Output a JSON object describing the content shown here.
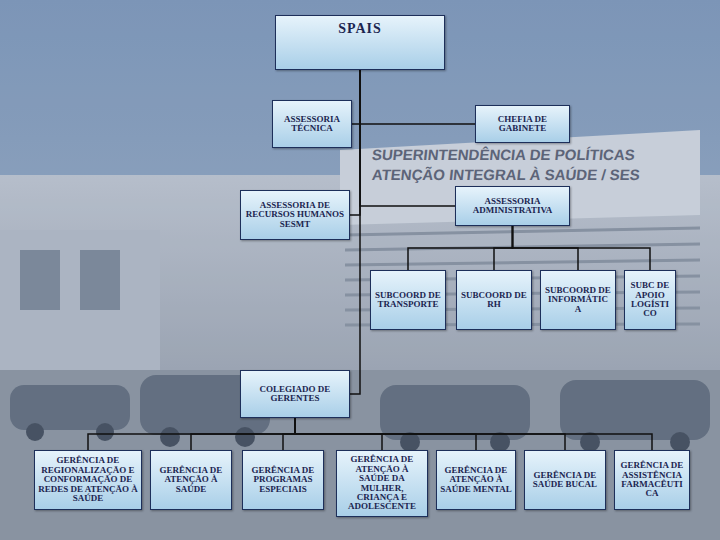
{
  "diagram": {
    "nodes": [
      {
        "text": [
          "SPAIS"
        ]
      },
      {
        "text": [
          "ASSESSORIA TÉCNICA"
        ]
      },
      {
        "text": [
          "CHEFIA DE GABINETE"
        ]
      },
      {
        "text": [
          "ASSESSORIA DE RECURSOS HUMANOS SESMT"
        ]
      },
      {
        "text": [
          "ASSESSORIA ADMINISTRATIVA"
        ]
      },
      {
        "text": [
          "SUBCOORD DE TRANSPORTE"
        ]
      },
      {
        "text": [
          "SUBCOORD DE RH"
        ]
      },
      {
        "text": [
          "SUBCOORD DE INFORMÁTIC A"
        ]
      },
      {
        "text": [
          "SUBC DE APOIO LOGÍSTI CO"
        ]
      },
      {
        "text": [
          "COLEGIADO DE GERENTES"
        ]
      },
      {
        "text": [
          "GERÊNCIA DE REGIONALIZAÇÃO E CONFORMAÇÃO DE REDES DE ATENÇÃO À SAÚDE"
        ]
      },
      {
        "text": [
          "GERÊNCIA DE ATENÇÃO À SAÚDE"
        ]
      },
      {
        "text": [
          "GERÊNCIA DE PROGRAMAS ESPECIAIS"
        ]
      },
      {
        "text": [
          "GERÊNCIA DE ATENÇÃO À SAÚDE DA MULHER, CRIANÇA E ADOLESCENTE"
        ]
      },
      {
        "text": [
          "GERÊNCIA DE ATENÇÃO À SAÚDE MENTAL"
        ]
      },
      {
        "text": [
          "GERÊNCIA DE SAÚDE BUCAL"
        ]
      },
      {
        "text": [
          "GERÊNCIA DE ASSISTÊNCIA FARMACÊUTI CA"
        ]
      }
    ],
    "edges": [
      {
        "from": 0,
        "to": 1,
        "arrow": "none"
      },
      {
        "from": 0,
        "to": 2,
        "arrow": "none"
      },
      {
        "from": 0,
        "to": 3,
        "arrow": "none"
      },
      {
        "from": 0,
        "to": 4,
        "arrow": "none"
      },
      {
        "from": 4,
        "to": 5,
        "arrow": "none"
      },
      {
        "from": 4,
        "to": 6,
        "arrow": "none"
      },
      {
        "from": 4,
        "to": 7,
        "arrow": "none"
      },
      {
        "from": 4,
        "to": 8,
        "arrow": "none"
      },
      {
        "from": 0,
        "to": 9,
        "arrow": "none"
      },
      {
        "from": 9,
        "to": 10,
        "arrow": "none"
      },
      {
        "from": 9,
        "to": 11,
        "arrow": "none"
      },
      {
        "from": 9,
        "to": 12,
        "arrow": "none"
      },
      {
        "from": 9,
        "to": 13,
        "arrow": "none"
      },
      {
        "from": 9,
        "to": 14,
        "arrow": "none"
      },
      {
        "from": 9,
        "to": 15,
        "arrow": "none"
      },
      {
        "from": 9,
        "to": 16,
        "arrow": "none"
      }
    ],
    "labels": [
      "SUPERINTENDÊNCIA DE POLÍTICAS",
      "ATENÇÃO INTEGRAL À SAÚDE / SES"
    ]
  }
}
